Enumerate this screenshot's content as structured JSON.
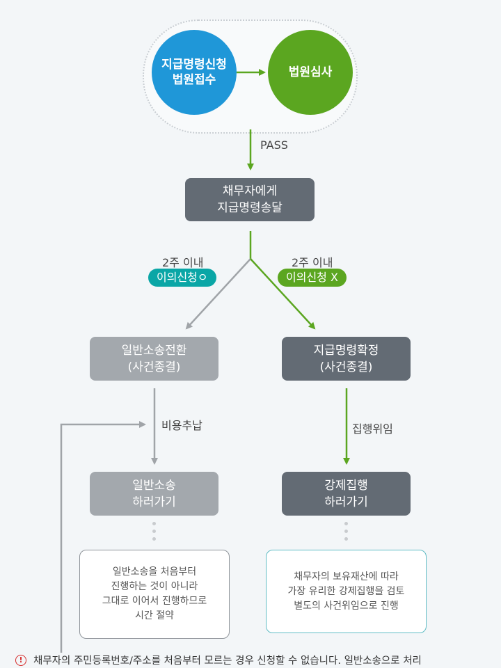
{
  "nodes": {
    "apply": "지급명령신청\n법원접수",
    "review": "법원심사",
    "deliver": "채무자에게\n지급명령송달",
    "lawsuit_convert": "일반소송전환\n(사건종결)",
    "order_confirm": "지급명령확정\n(사건종결)",
    "lawsuit_go": "일반소송\n하러가기",
    "enforce_go": "강제집행\n하러가기"
  },
  "edges": {
    "pass": "PASS",
    "two_weeks_left": "2주 이내",
    "objection_yes": "이의신청ㅇ",
    "two_weeks_right": "2주 이내",
    "objection_no": "이의신청 X",
    "cost_claim": "비용추납",
    "enforcement_delegation": "집행위임"
  },
  "notes": {
    "left": "일반소송을 처음부터\n진행하는 것이 아니라\n그대로 이어서 진행하므로\n시간 절약",
    "right": "채무자의 보유재산에 따라\n가장 유리한 강제집행을 검토\n별도의 사건위임으로 진행"
  },
  "footer": {
    "icon": "exclamation-circle-icon",
    "text": "채무자의 주민등록번호/주소를  처음부터 모르는 경우 신청할 수 없습니다.  일반소송으로 처리"
  },
  "colors": {
    "blue": "#1f97d8",
    "green": "#5ba620",
    "teal": "#0aa6a6",
    "dark_box": "#636b74",
    "light_box": "#a3a8ad",
    "gray_arrow": "#a0a4a8"
  }
}
